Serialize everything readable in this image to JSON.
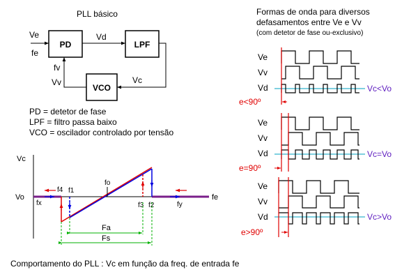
{
  "block_diagram": {
    "title": "PLL básico",
    "inputs": {
      "ve": "Ve",
      "fe": "fe"
    },
    "blocks": {
      "pd": "PD",
      "lpf": "LPF",
      "vco": "VCO"
    },
    "signals": {
      "vd": "Vd",
      "vc": "Vc",
      "fv": "fv",
      "vv": "Vv"
    }
  },
  "legend": [
    "PD = detetor de fase",
    "LPF = filtro passa baixo",
    "VCO = oscilador controlado por tensão"
  ],
  "transfer_plot": {
    "ylabel": "Vc",
    "xlabel": "fe",
    "vo": "Vo",
    "fo": "fo",
    "f1": "f1",
    "f2": "f2",
    "f3": "f3",
    "f4": "f4",
    "fx": "fx",
    "fy": "fy",
    "fa": "Fa",
    "fs": "Fs",
    "caption": "Comportamento do PLL : Vc em função da freq. de entrada fe"
  },
  "waveforms": {
    "title_line1": "Formas de onda para diversos",
    "title_line2": "defasamentos entre Ve e Vv",
    "subtitle": "(com detetor de fase ou-exclusivo)",
    "groups": [
      {
        "ve": "Ve",
        "vv": "Vv",
        "vd": "Vd",
        "condition": "e<90º",
        "result": "Vc<Vo"
      },
      {
        "ve": "Ve",
        "vv": "Vv",
        "vd": "Vd",
        "condition": "e=90º",
        "result": "Vc=Vo"
      },
      {
        "ve": "Ve",
        "vv": "Vv",
        "vd": "Vd",
        "condition": "e>90º",
        "result": "Vc>Vo"
      }
    ]
  },
  "colors": {
    "signal_red": "#e00000",
    "plot_blue": "#0000e0",
    "result_purple": "#6020c0",
    "vo_line_cyan": "#00a0c0",
    "measure_green": "#00b000",
    "locked_purple": "#7a1f8a"
  }
}
